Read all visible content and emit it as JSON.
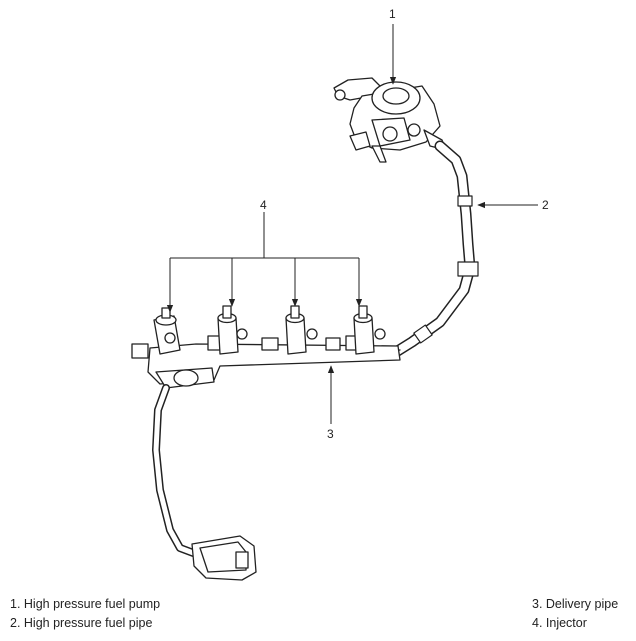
{
  "callouts": {
    "c1": "1",
    "c2": "2",
    "c3": "3",
    "c4": "4"
  },
  "legend": [
    {
      "text": "1. High pressure fuel pump"
    },
    {
      "text": "2. High pressure fuel pipe"
    },
    {
      "text": "3. Delivery pipe"
    },
    {
      "text": "4. Injector"
    }
  ]
}
